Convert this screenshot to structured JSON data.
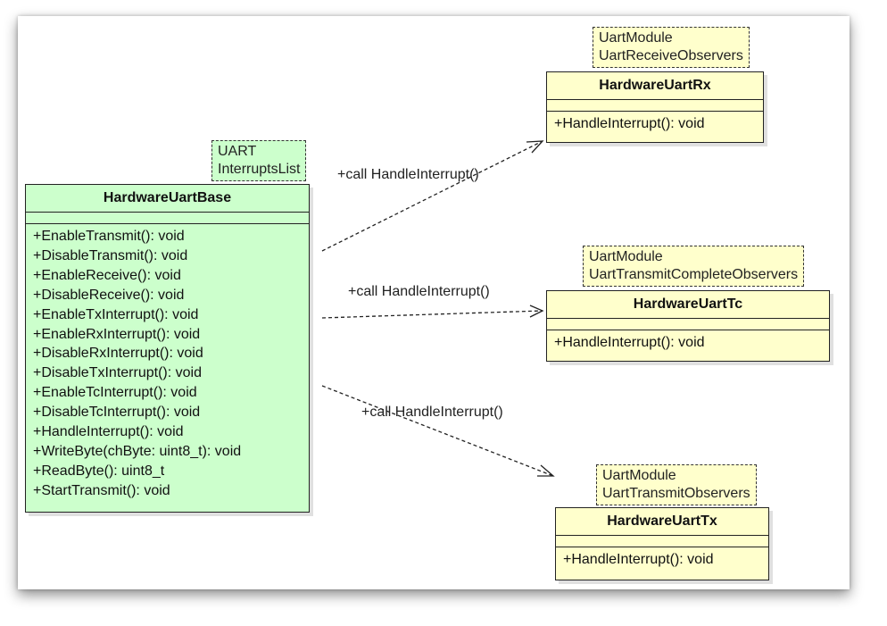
{
  "base_class": {
    "name": "HardwareUartBase",
    "template_params": [
      "UART",
      "InterruptsList"
    ],
    "operations": [
      "+EnableTransmit(): void",
      "+DisableTransmit(): void",
      "+EnableReceive(): void",
      "+DisableReceive(): void",
      "+EnableTxInterrupt(): void",
      "+EnableRxInterrupt(): void",
      "+DisableRxInterrupt(): void",
      "+DisableTxInterrupt(): void",
      "+EnableTcInterrupt(): void",
      "+DisableTcInterrupt(): void",
      "+HandleInterrupt(): void",
      "+WriteByte(chByte: uint8_t): void",
      "+ReadByte(): uint8_t",
      "+StartTransmit(): void"
    ]
  },
  "rx_class": {
    "name": "HardwareUartRx",
    "template_params": [
      "UartModule",
      "UartReceiveObservers"
    ],
    "operation": "+HandleInterrupt(): void"
  },
  "tc_class": {
    "name": "HardwareUartTc",
    "template_params": [
      "UartModule",
      "UartTransmitCompleteObservers"
    ],
    "operation": "+HandleInterrupt(): void"
  },
  "tx_class": {
    "name": "HardwareUartTx",
    "template_params": [
      "UartModule",
      "UartTransmitObservers"
    ],
    "operation": "+HandleInterrupt(): void"
  },
  "edges": [
    {
      "label": "+call HandleInterrupt()"
    },
    {
      "label": "+call HandleInterrupt()"
    },
    {
      "label": "+call HandleInterrupt()"
    }
  ],
  "colors": {
    "base_fill": "#ccffcc",
    "derived_fill": "#ffffcc",
    "border": "#222222"
  }
}
